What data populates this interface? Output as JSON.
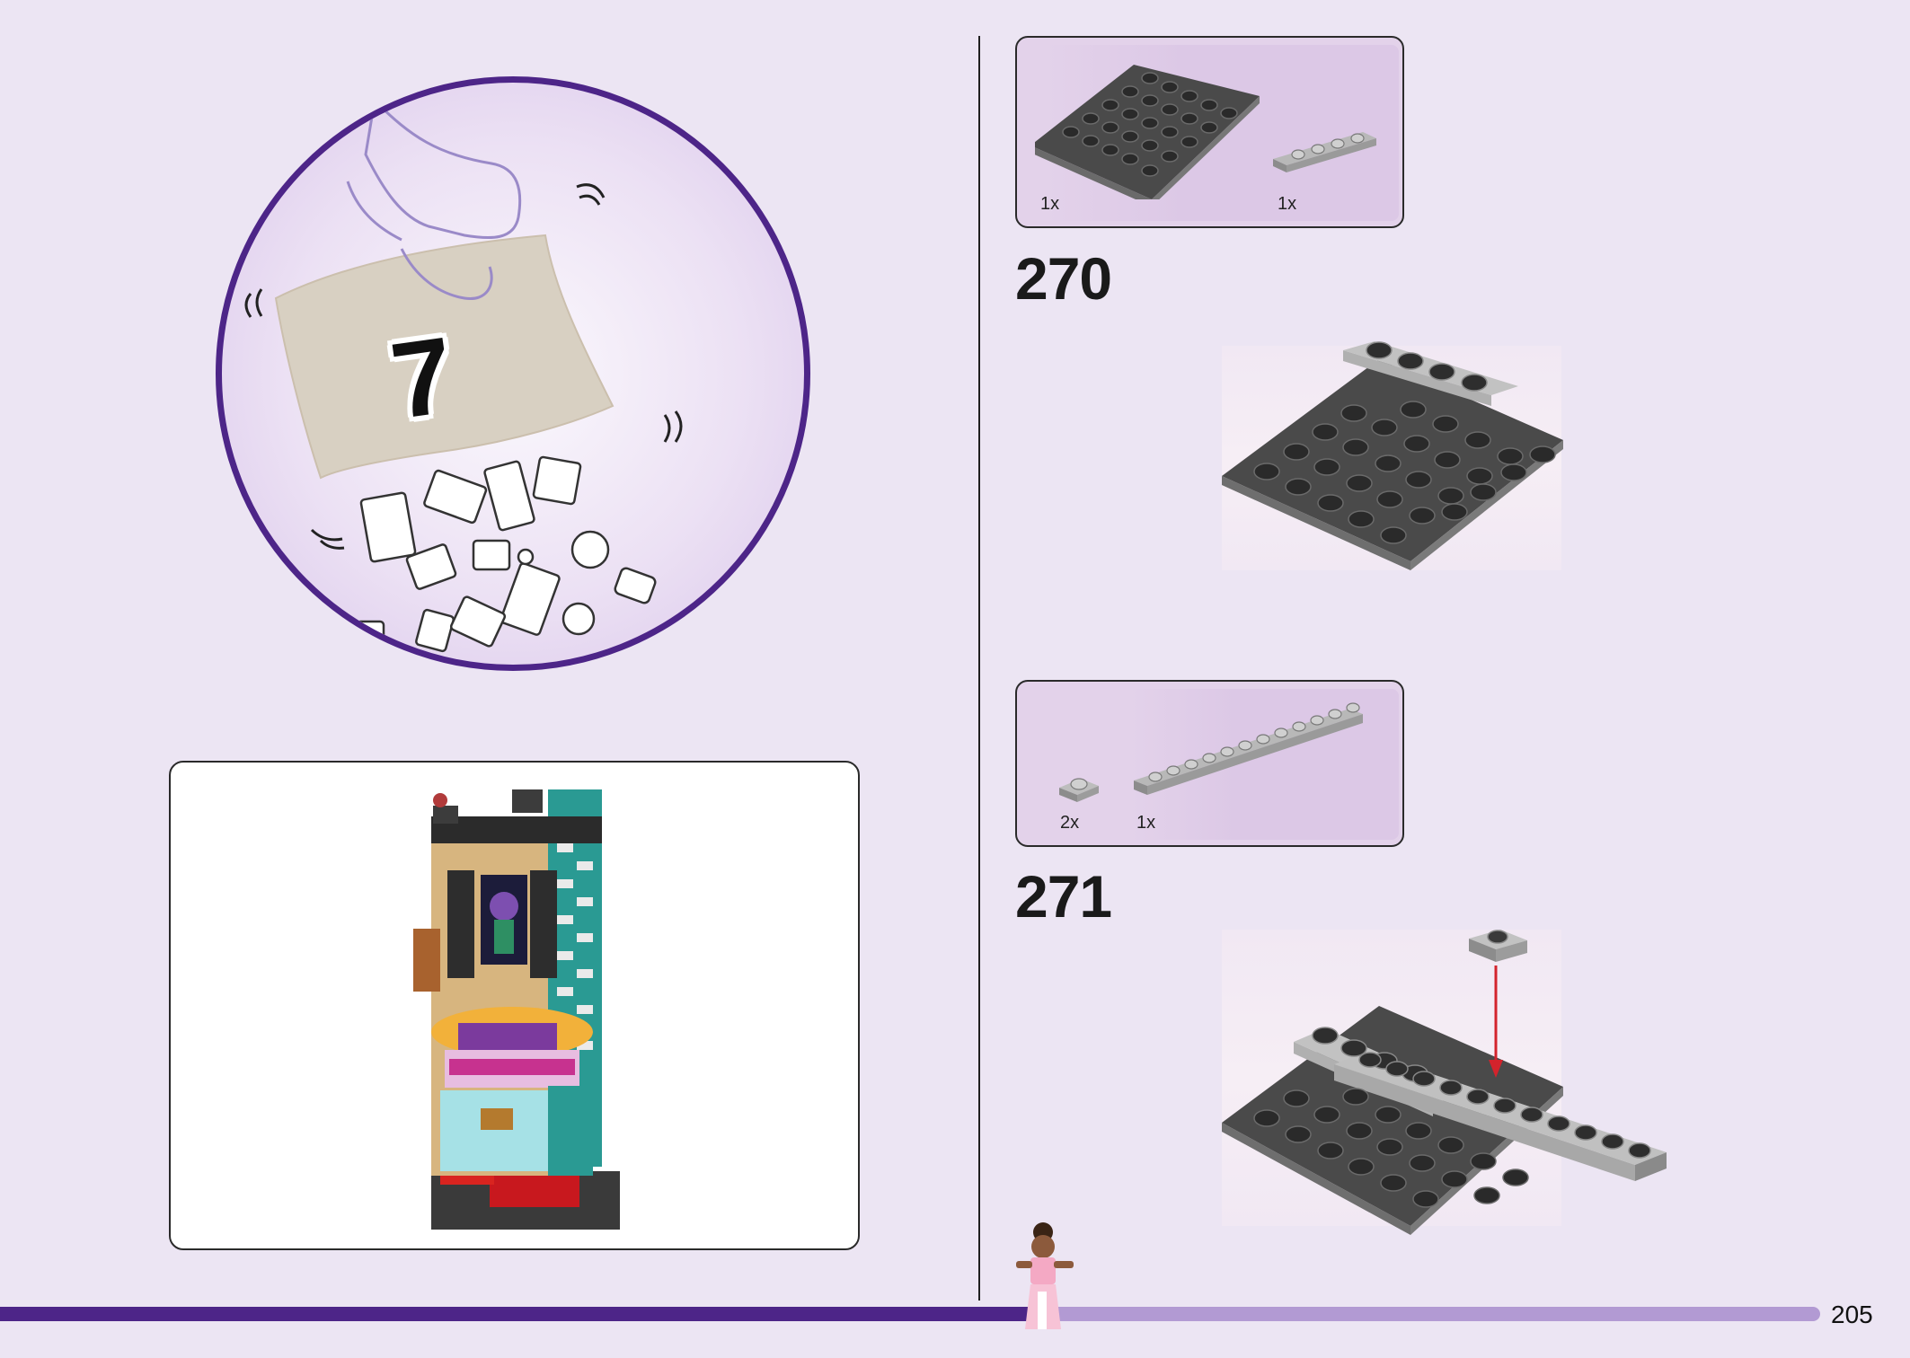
{
  "bag": {
    "number": "7"
  },
  "parts_270": [
    {
      "qty": "1x",
      "color": "#5a5a5a",
      "desc": "dark-grey-plate-6x6"
    },
    {
      "qty": "1x",
      "color": "#a8a8a8",
      "desc": "light-grey-plate-1x4"
    }
  ],
  "step_270": {
    "number": "270"
  },
  "parts_271": [
    {
      "qty": "2x",
      "color": "#a8a8a8",
      "desc": "light-grey-plate-1x1"
    },
    {
      "qty": "1x",
      "color": "#a8a8a8",
      "desc": "light-grey-plate-1x12"
    }
  ],
  "step_271": {
    "number": "271"
  },
  "progress": {
    "fraction": 0.568
  },
  "page": {
    "number": "205"
  },
  "colors": {
    "accent": "#4d2588",
    "progress_light": "#b29ad3",
    "background": "#ece5f3",
    "arrow": "#d3232c"
  }
}
